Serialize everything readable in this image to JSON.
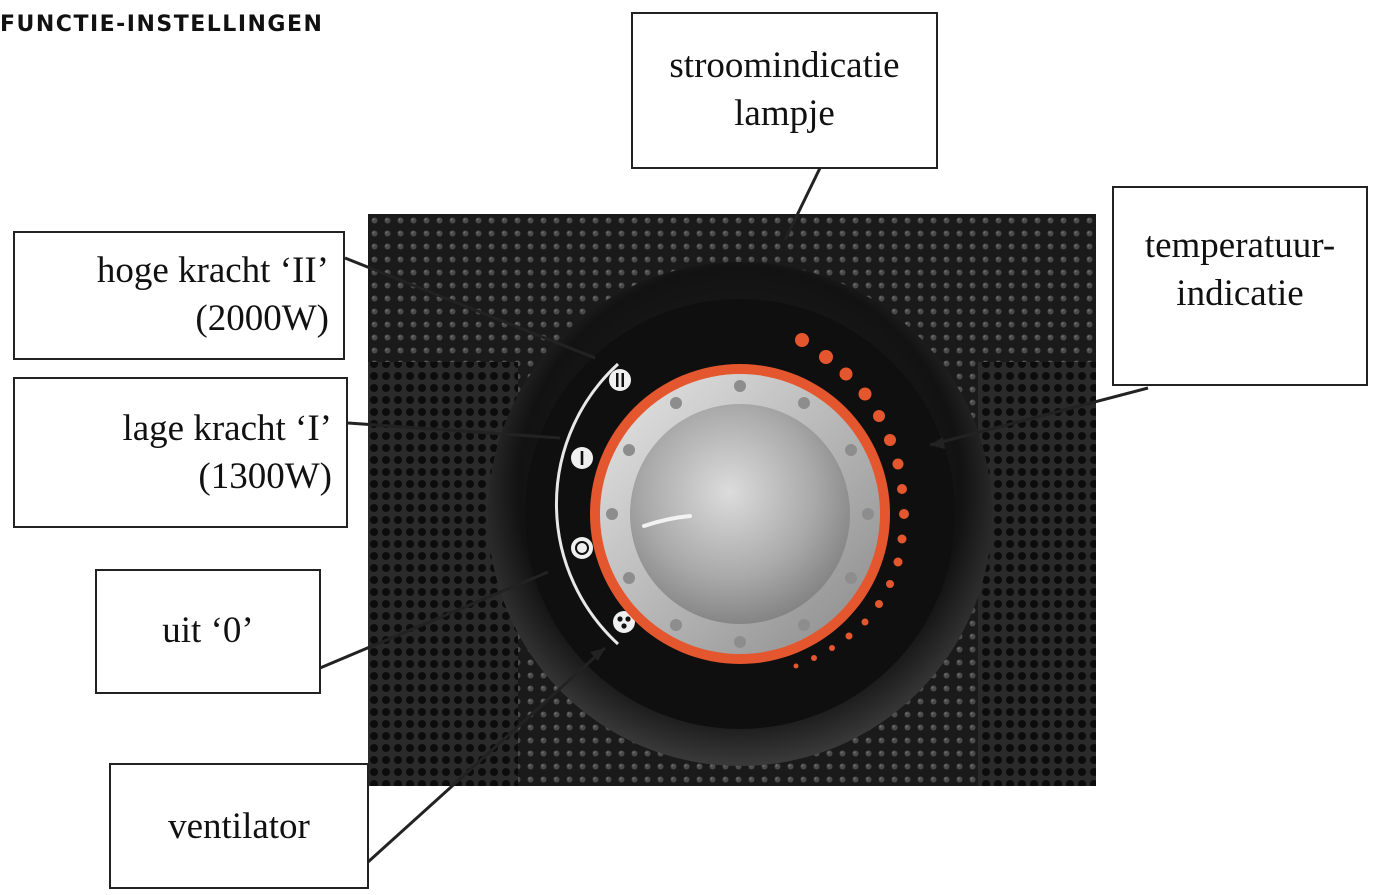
{
  "heading": "FUNCTIE-INSTELLINGEN",
  "labels": {
    "power_indicator": {
      "line1": "stroomindicatie",
      "line2": "lampje"
    },
    "high_power": {
      "line1": "hoge kracht ‘II’",
      "line2": "(2000W)"
    },
    "low_power": {
      "line1": "lage kracht ‘I’",
      "line2": "(1300W)"
    },
    "off": {
      "line1": "uit ‘0’"
    },
    "fan": {
      "line1": "ventilator"
    },
    "temperature": {
      "line1": "temperatuur-",
      "line2": "indicatie"
    }
  },
  "dial": {
    "symbols": [
      "II",
      "I",
      "O",
      "fan"
    ]
  },
  "colors": {
    "accent_orange": "#e4572e",
    "panel_black": "#1c1c1c",
    "knob_silver": "#b8b8b8"
  },
  "icons": [
    "fan-icon",
    "off-symbol-icon",
    "low-power-symbol-icon",
    "high-power-symbol-icon"
  ]
}
